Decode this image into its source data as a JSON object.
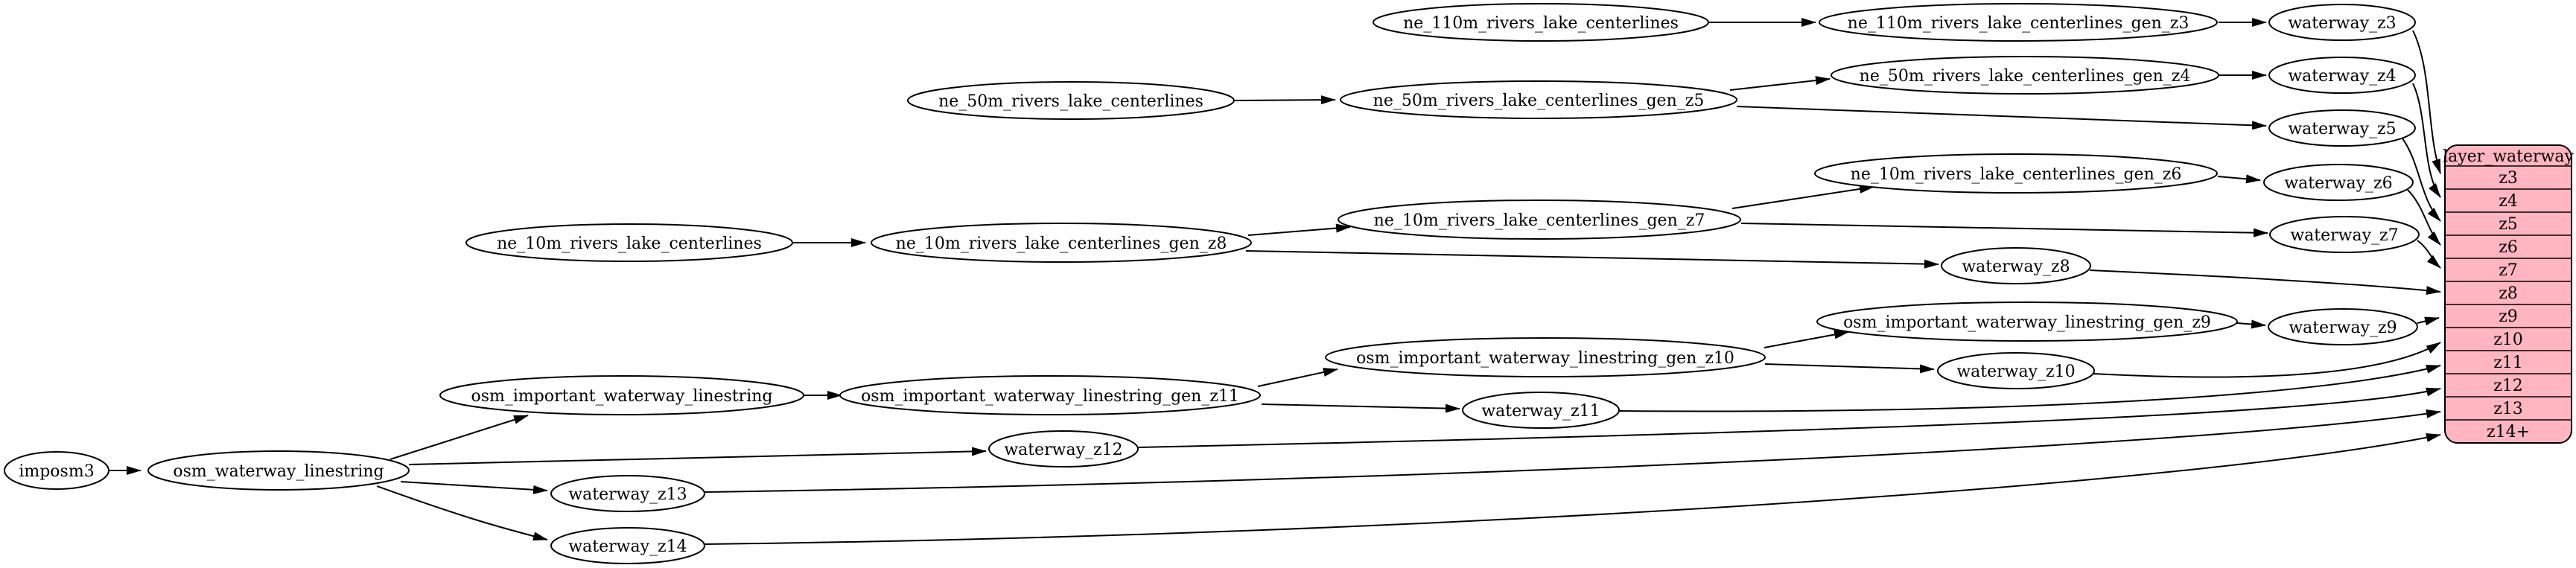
{
  "diagram": {
    "type": "graphviz-dependency-graph",
    "background": "#ffffff",
    "colors": {
      "node_fill": "#ffffff",
      "node_stroke": "#000000",
      "edge_color": "#000000",
      "record_fill": "#ffb6c1",
      "record_stroke": "#000000",
      "text_color": "#000000"
    }
  },
  "nodes": {
    "imposm3": "imposm3",
    "osm_waterway_linestring": "osm_waterway_linestring",
    "osm_important_waterway_linestring": "osm_important_waterway_linestring",
    "osm_important_waterway_linestring_gen_z11": "osm_important_waterway_linestring_gen_z11",
    "osm_important_waterway_linestring_gen_z10": "osm_important_waterway_linestring_gen_z10",
    "osm_important_waterway_linestring_gen_z9": "osm_important_waterway_linestring_gen_z9",
    "ne_110m_rivers_lake_centerlines": "ne_110m_rivers_lake_centerlines",
    "ne_110m_rivers_lake_centerlines_gen_z3": "ne_110m_rivers_lake_centerlines_gen_z3",
    "ne_50m_rivers_lake_centerlines": "ne_50m_rivers_lake_centerlines",
    "ne_50m_rivers_lake_centerlines_gen_z5": "ne_50m_rivers_lake_centerlines_gen_z5",
    "ne_50m_rivers_lake_centerlines_gen_z4": "ne_50m_rivers_lake_centerlines_gen_z4",
    "ne_10m_rivers_lake_centerlines": "ne_10m_rivers_lake_centerlines",
    "ne_10m_rivers_lake_centerlines_gen_z8": "ne_10m_rivers_lake_centerlines_gen_z8",
    "ne_10m_rivers_lake_centerlines_gen_z7": "ne_10m_rivers_lake_centerlines_gen_z7",
    "ne_10m_rivers_lake_centerlines_gen_z6": "ne_10m_rivers_lake_centerlines_gen_z6",
    "waterway_z3": "waterway_z3",
    "waterway_z4": "waterway_z4",
    "waterway_z5": "waterway_z5",
    "waterway_z6": "waterway_z6",
    "waterway_z7": "waterway_z7",
    "waterway_z8": "waterway_z8",
    "waterway_z9": "waterway_z9",
    "waterway_z10": "waterway_z10",
    "waterway_z11": "waterway_z11",
    "waterway_z12": "waterway_z12",
    "waterway_z13": "waterway_z13",
    "waterway_z14": "waterway_z14"
  },
  "record": {
    "title": "layer_waterway",
    "rows": [
      "z3",
      "z4",
      "z5",
      "z6",
      "z7",
      "z8",
      "z9",
      "z10",
      "z11",
      "z12",
      "z13",
      "z14+"
    ]
  },
  "edges": [
    [
      "imposm3",
      "osm_waterway_linestring"
    ],
    [
      "osm_waterway_linestring",
      "osm_important_waterway_linestring"
    ],
    [
      "osm_waterway_linestring",
      "waterway_z12"
    ],
    [
      "osm_waterway_linestring",
      "waterway_z13"
    ],
    [
      "osm_waterway_linestring",
      "waterway_z14"
    ],
    [
      "osm_important_waterway_linestring",
      "osm_important_waterway_linestring_gen_z11"
    ],
    [
      "osm_important_waterway_linestring_gen_z11",
      "osm_important_waterway_linestring_gen_z10"
    ],
    [
      "osm_important_waterway_linestring_gen_z11",
      "waterway_z11"
    ],
    [
      "osm_important_waterway_linestring_gen_z10",
      "osm_important_waterway_linestring_gen_z9"
    ],
    [
      "osm_important_waterway_linestring_gen_z10",
      "waterway_z10"
    ],
    [
      "osm_important_waterway_linestring_gen_z9",
      "waterway_z9"
    ],
    [
      "ne_110m_rivers_lake_centerlines",
      "ne_110m_rivers_lake_centerlines_gen_z3"
    ],
    [
      "ne_110m_rivers_lake_centerlines_gen_z3",
      "waterway_z3"
    ],
    [
      "ne_50m_rivers_lake_centerlines",
      "ne_50m_rivers_lake_centerlines_gen_z5"
    ],
    [
      "ne_50m_rivers_lake_centerlines_gen_z5",
      "ne_50m_rivers_lake_centerlines_gen_z4"
    ],
    [
      "ne_50m_rivers_lake_centerlines_gen_z5",
      "waterway_z5"
    ],
    [
      "ne_50m_rivers_lake_centerlines_gen_z4",
      "waterway_z4"
    ],
    [
      "ne_10m_rivers_lake_centerlines",
      "ne_10m_rivers_lake_centerlines_gen_z8"
    ],
    [
      "ne_10m_rivers_lake_centerlines_gen_z8",
      "ne_10m_rivers_lake_centerlines_gen_z7"
    ],
    [
      "ne_10m_rivers_lake_centerlines_gen_z8",
      "waterway_z8"
    ],
    [
      "ne_10m_rivers_lake_centerlines_gen_z7",
      "ne_10m_rivers_lake_centerlines_gen_z6"
    ],
    [
      "ne_10m_rivers_lake_centerlines_gen_z7",
      "waterway_z7"
    ],
    [
      "ne_10m_rivers_lake_centerlines_gen_z6",
      "waterway_z6"
    ],
    [
      "waterway_z3",
      "layer_waterway.z3"
    ],
    [
      "waterway_z4",
      "layer_waterway.z4"
    ],
    [
      "waterway_z5",
      "layer_waterway.z5"
    ],
    [
      "waterway_z6",
      "layer_waterway.z6"
    ],
    [
      "waterway_z7",
      "layer_waterway.z7"
    ],
    [
      "waterway_z8",
      "layer_waterway.z8"
    ],
    [
      "waterway_z9",
      "layer_waterway.z9"
    ],
    [
      "waterway_z10",
      "layer_waterway.z10"
    ],
    [
      "waterway_z11",
      "layer_waterway.z11"
    ],
    [
      "waterway_z12",
      "layer_waterway.z12"
    ],
    [
      "waterway_z13",
      "layer_waterway.z13"
    ],
    [
      "waterway_z14",
      "layer_waterway.z14+"
    ]
  ]
}
